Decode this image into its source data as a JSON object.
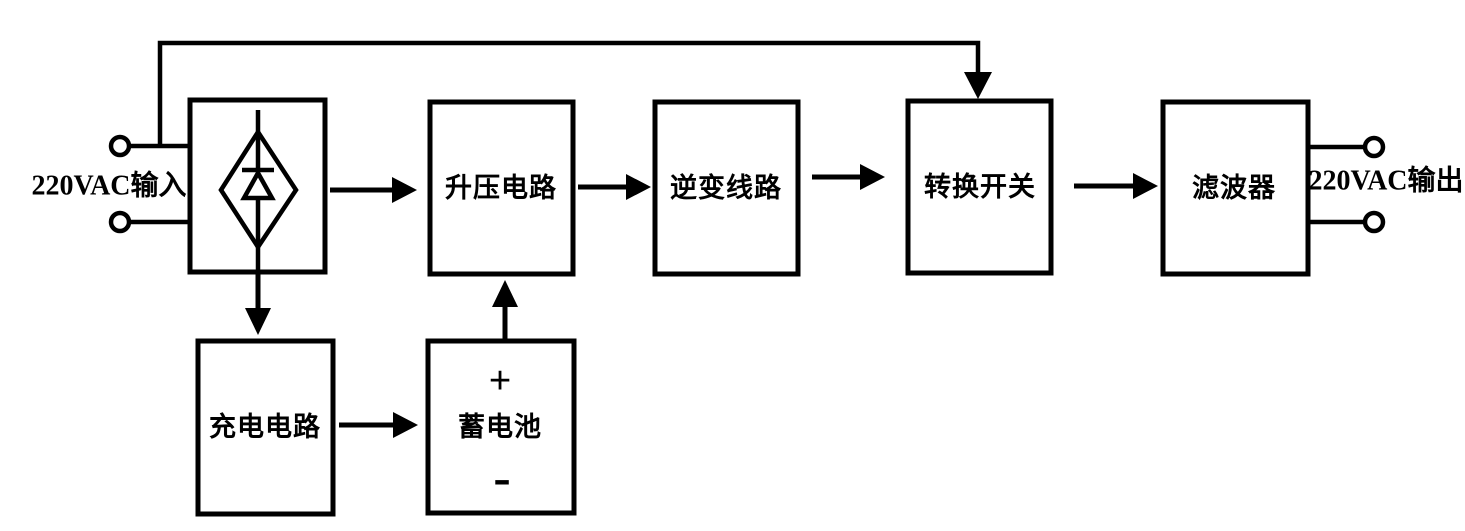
{
  "diagram": {
    "kind": "ups-power-block-diagram",
    "background_color": "#ffffff",
    "line_color": "#000000",
    "io": {
      "input_label": "220VAC输入",
      "output_label": "220VAC输出"
    },
    "blocks": {
      "rectifier": {
        "symbol": "bridge-rectifier-diode"
      },
      "boost": {
        "label": "升压电路"
      },
      "inverter": {
        "label": "逆变线路"
      },
      "transfer": {
        "label": "转换开关"
      },
      "filter": {
        "label": "滤波器"
      },
      "charger": {
        "label": "充电电路"
      },
      "battery": {
        "label": "蓄电池",
        "positive": "+",
        "negative": "-"
      }
    },
    "connections": [
      {
        "from": "ac-input",
        "to": "rectifier"
      },
      {
        "from": "ac-input",
        "to": "transfer",
        "via": "bypass-top-line"
      },
      {
        "from": "rectifier",
        "to": "boost"
      },
      {
        "from": "boost",
        "to": "inverter"
      },
      {
        "from": "inverter",
        "to": "transfer"
      },
      {
        "from": "transfer",
        "to": "filter"
      },
      {
        "from": "filter",
        "to": "ac-output"
      },
      {
        "from": "rectifier",
        "to": "charger"
      },
      {
        "from": "charger",
        "to": "battery"
      },
      {
        "from": "battery",
        "to": "boost"
      }
    ]
  }
}
